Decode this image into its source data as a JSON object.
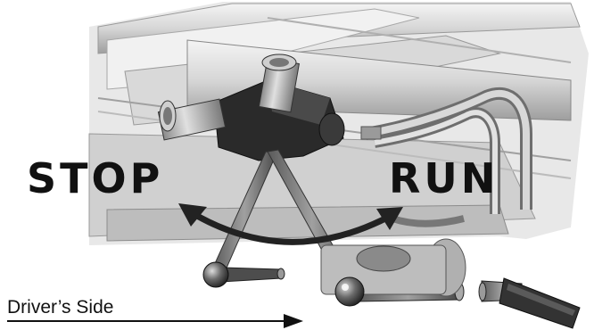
{
  "labels": {
    "stop": "STOP",
    "run": "RUN",
    "side": "Driver’s Side"
  },
  "colors": {
    "ink": "#111111",
    "background": "#ffffff",
    "metal_light": "#e4e4e4",
    "metal_mid": "#b5b5b5",
    "metal_dark": "#555555",
    "block": "#262626",
    "rod": "#6f6f6f",
    "grip": "#3a3a3a"
  },
  "icons": [
    "rotation-arc-arrow-icon",
    "direction-arrow-icon"
  ]
}
